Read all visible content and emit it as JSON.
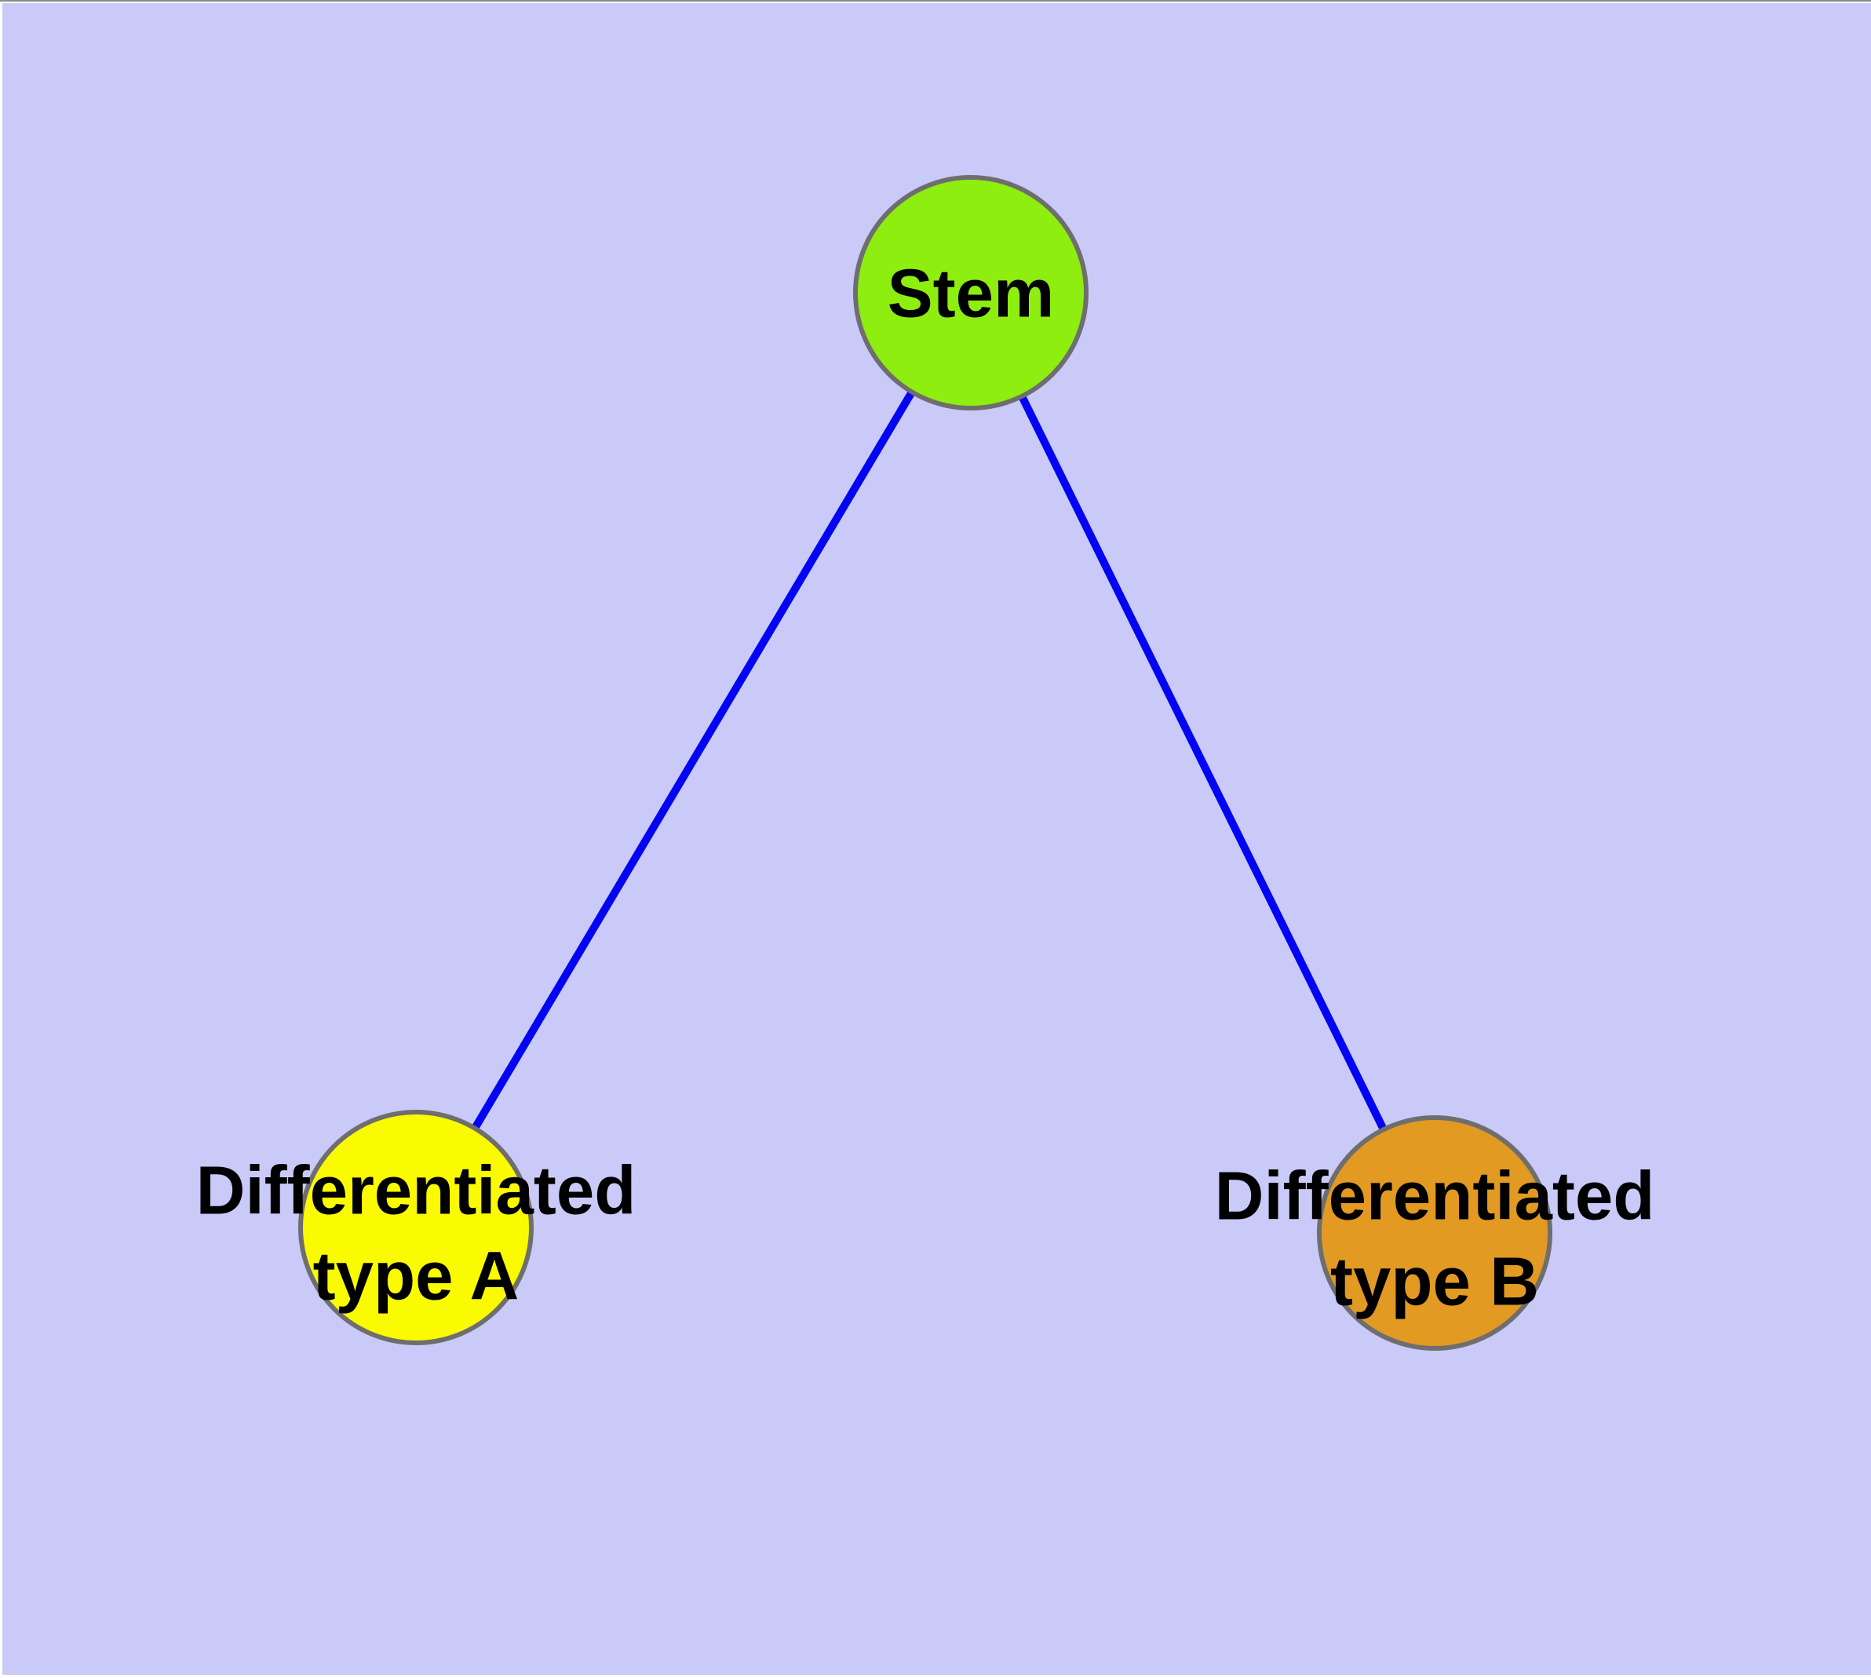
{
  "figure": {
    "background_color": "#cacaf8",
    "frame_color": "#ffffff",
    "text_color": "#000000",
    "node_border_color": "#6e6e6e",
    "edge_color": "#0404f4",
    "nodes": {
      "stem": {
        "label": "Stem",
        "fill": "#8eee0f"
      },
      "type_a": {
        "line1": "Differentiated",
        "line2": "type A",
        "fill": "#fafa00"
      },
      "type_b": {
        "line1": "Differentiated",
        "line2": "type B",
        "fill": "#e29a22"
      }
    },
    "edges": [
      {
        "from": "stem",
        "to": "type_a"
      },
      {
        "from": "stem",
        "to": "type_b"
      }
    ]
  }
}
